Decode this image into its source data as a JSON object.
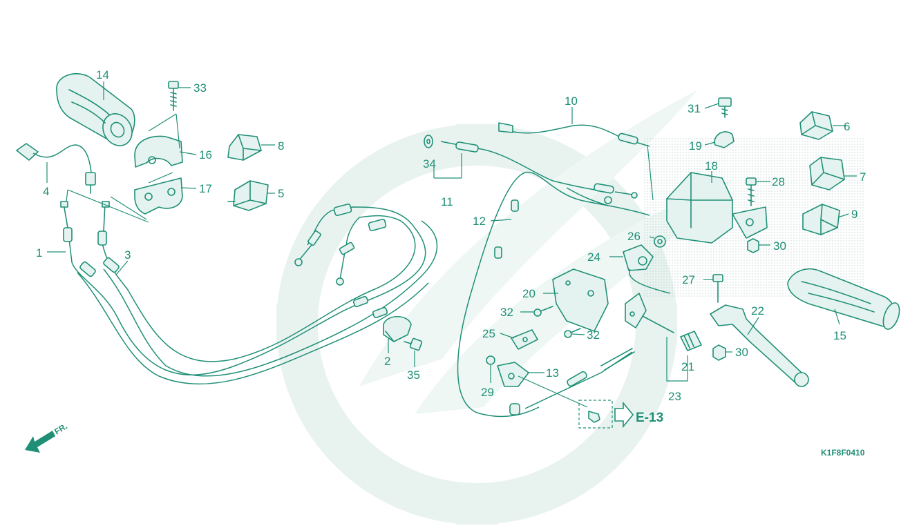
{
  "diagram": {
    "reference_code": "K1F8F0410",
    "page_ref": "E-13",
    "front_marker": "FR.",
    "colors": {
      "ink": "#1f8f76",
      "watermark": "#e8f3f0",
      "background": "#ffffff"
    },
    "parts": [
      {
        "id": "p1",
        "number": "1"
      },
      {
        "id": "p2",
        "number": "2"
      },
      {
        "id": "p3",
        "number": "3"
      },
      {
        "id": "p4",
        "number": "4"
      },
      {
        "id": "p5",
        "number": "5"
      },
      {
        "id": "p6",
        "number": "6"
      },
      {
        "id": "p7",
        "number": "7"
      },
      {
        "id": "p8",
        "number": "8"
      },
      {
        "id": "p9",
        "number": "9"
      },
      {
        "id": "p10",
        "number": "10"
      },
      {
        "id": "p11",
        "number": "11"
      },
      {
        "id": "p12",
        "number": "12"
      },
      {
        "id": "p13",
        "number": "13"
      },
      {
        "id": "p14",
        "number": "14"
      },
      {
        "id": "p15",
        "number": "15"
      },
      {
        "id": "p16",
        "number": "16"
      },
      {
        "id": "p17",
        "number": "17"
      },
      {
        "id": "p18",
        "number": "18"
      },
      {
        "id": "p19",
        "number": "19"
      },
      {
        "id": "p20",
        "number": "20"
      },
      {
        "id": "p21",
        "number": "21"
      },
      {
        "id": "p22",
        "number": "22"
      },
      {
        "id": "p23",
        "number": "23"
      },
      {
        "id": "p24",
        "number": "24"
      },
      {
        "id": "p25",
        "number": "25"
      },
      {
        "id": "p26",
        "number": "26"
      },
      {
        "id": "p27",
        "number": "27"
      },
      {
        "id": "p28",
        "number": "28"
      },
      {
        "id": "p29",
        "number": "29"
      },
      {
        "id": "p30a",
        "number": "30"
      },
      {
        "id": "p30b",
        "number": "30"
      },
      {
        "id": "p31",
        "number": "31"
      },
      {
        "id": "p32a",
        "number": "32"
      },
      {
        "id": "p32b",
        "number": "32"
      },
      {
        "id": "p33",
        "number": "33"
      },
      {
        "id": "p34",
        "number": "34"
      },
      {
        "id": "p35",
        "number": "35"
      }
    ]
  }
}
